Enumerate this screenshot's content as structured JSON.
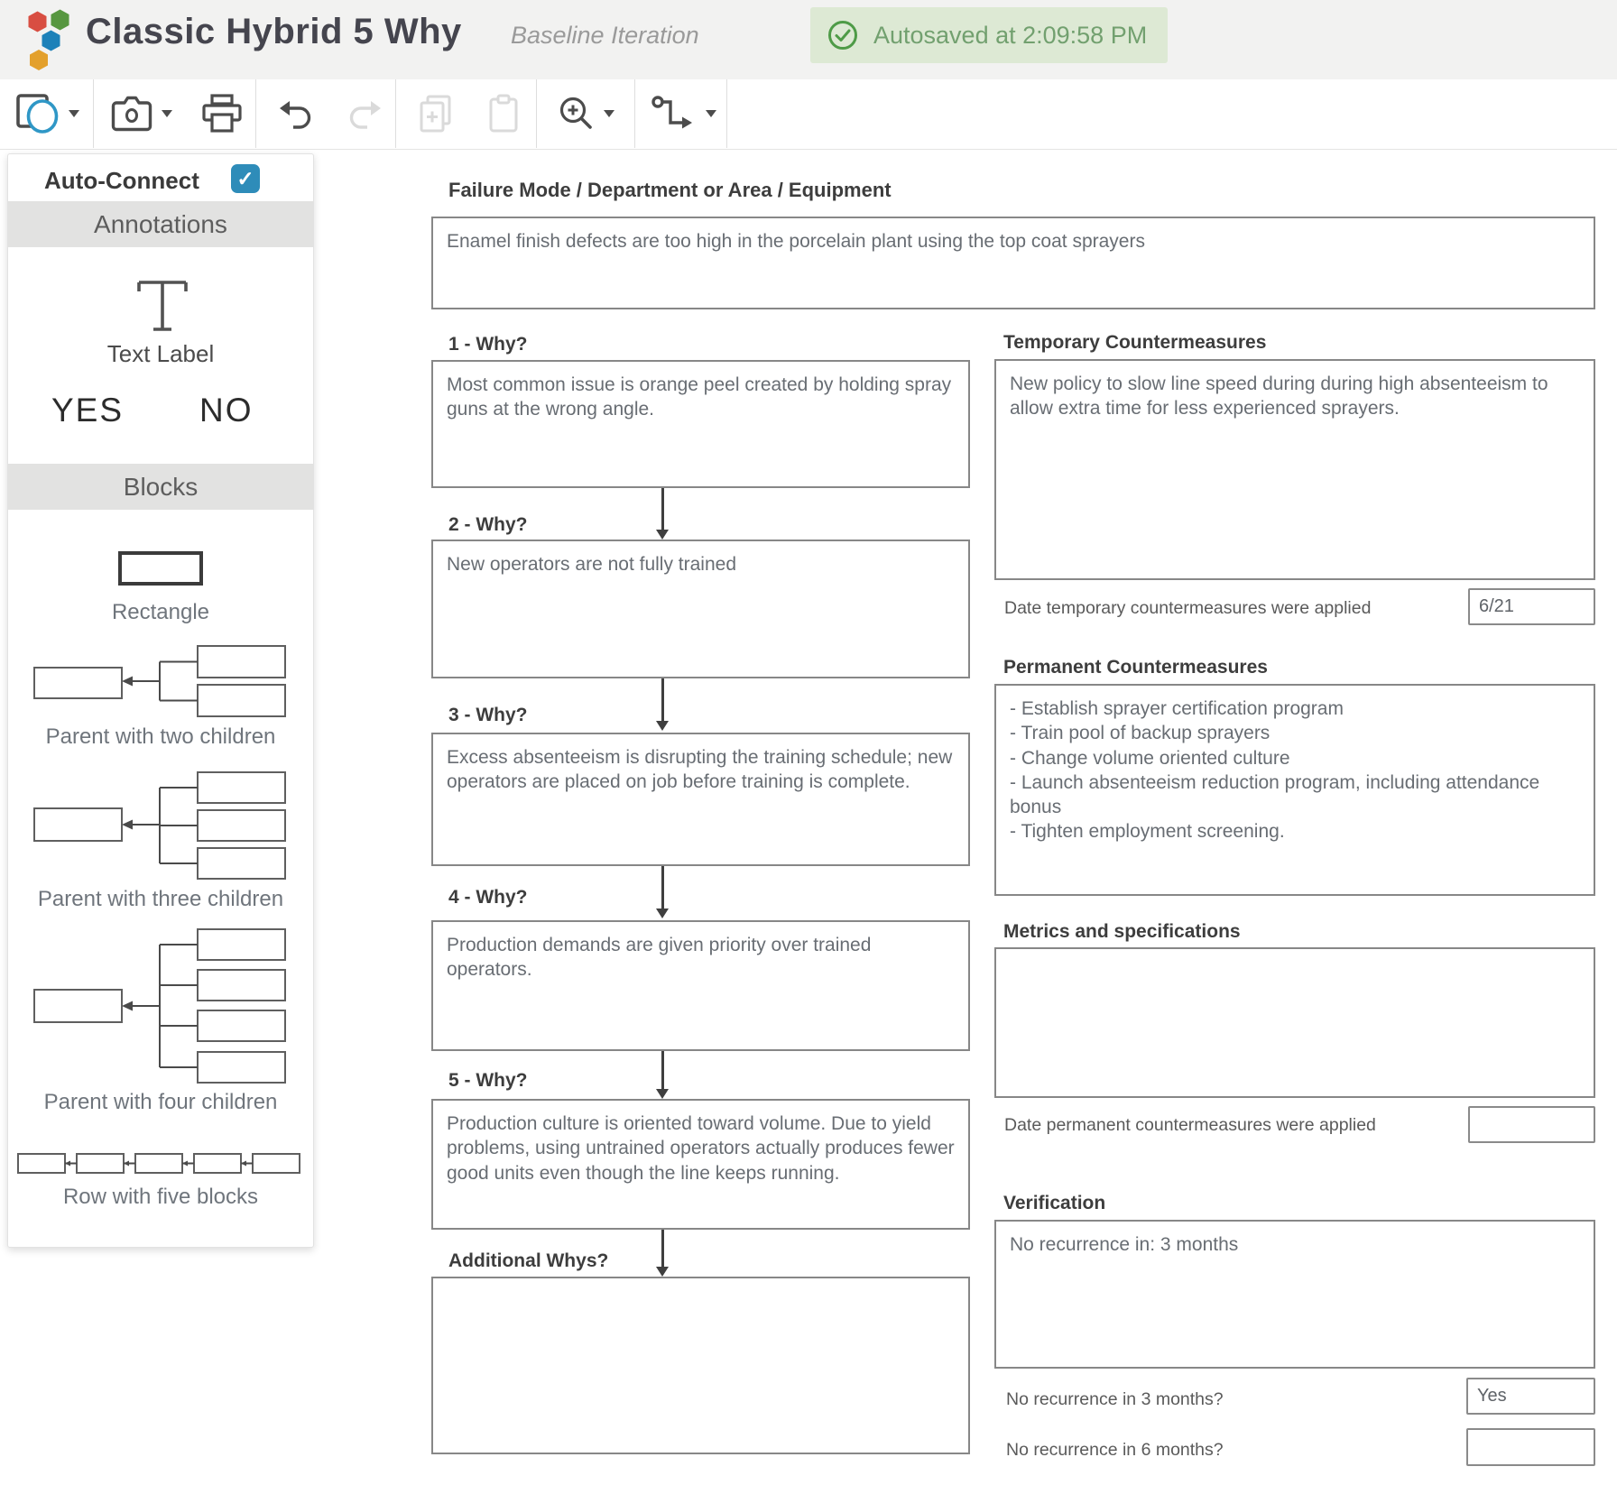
{
  "header": {
    "title": "Classic Hybrid 5 Why",
    "subtitle": "Baseline Iteration",
    "autosave": "Autosaved at 2:09:58 PM"
  },
  "toolbar": {
    "icons": [
      "shape-tool",
      "camera-snapshot",
      "print",
      "undo",
      "redo",
      "copy",
      "paste",
      "zoom-in",
      "connector-routing"
    ]
  },
  "sidebar": {
    "auto_connect_label": "Auto-Connect",
    "auto_connect_checked": "✓",
    "sections": {
      "annotations": "Annotations",
      "blocks": "Blocks"
    },
    "annotations": {
      "text_label": "Text Label",
      "yes": "YES",
      "no": "NO"
    },
    "blocks": [
      "Rectangle",
      "Parent with two children",
      "Parent with three children",
      "Parent with four children",
      "Row with five blocks"
    ]
  },
  "canvas": {
    "failure_mode": {
      "label": "Failure Mode / Department or Area / Equipment",
      "value": "Enamel finish defects are too high in the porcelain plant using the top coat sprayers"
    },
    "whys": [
      {
        "label": "1 - Why?",
        "value": "Most common issue is orange peel created by holding spray guns at the wrong angle."
      },
      {
        "label": "2 - Why?",
        "value": "New operators are not fully trained"
      },
      {
        "label": "3 - Why?",
        "value": "Excess absenteeism is disrupting the training schedule; new operators are placed on job before training is complete."
      },
      {
        "label": "4 - Why?",
        "value": "Production demands are given priority over trained operators."
      },
      {
        "label": "5 - Why?",
        "value": "Production culture is oriented toward volume. Due to yield problems, using untrained operators actually produces fewer good units even though the line keeps running."
      }
    ],
    "additional_whys": {
      "label": "Additional Whys?",
      "value": ""
    },
    "right": {
      "temporary": {
        "label": "Temporary Countermeasures",
        "value": "New policy to slow line speed during during high absenteeism to allow extra time for less experienced sprayers."
      },
      "date_temporary": {
        "label": "Date temporary countermeasures were applied",
        "value": "6/21"
      },
      "permanent": {
        "label": "Permanent Countermeasures",
        "value": "- Establish sprayer certification program\n- Train pool of backup sprayers\n- Change volume oriented culture\n- Launch absenteeism reduction program, including attendance bonus\n- Tighten employment screening."
      },
      "metrics": {
        "label": "Metrics and specifications",
        "value": ""
      },
      "date_permanent": {
        "label": "Date permanent countermeasures were applied",
        "value": ""
      },
      "verification": {
        "label": "Verification",
        "value": "No recurrence in: 3 months"
      },
      "no_recurrence_3": {
        "label": "No recurrence in 3 months?",
        "value": "Yes"
      },
      "no_recurrence_6": {
        "label": "No recurrence in 6 months?",
        "value": ""
      }
    }
  },
  "colors": {
    "accent_blue": "#2E8CB9",
    "badge_bg": "#DDE9D4",
    "badge_text": "#72A06F",
    "badge_icon": "#4E9B47",
    "logo_red": "#D84E42",
    "logo_green": "#579740",
    "logo_blue": "#1D81B9",
    "logo_yellow": "#E3A02C",
    "box_border": "#878787"
  }
}
